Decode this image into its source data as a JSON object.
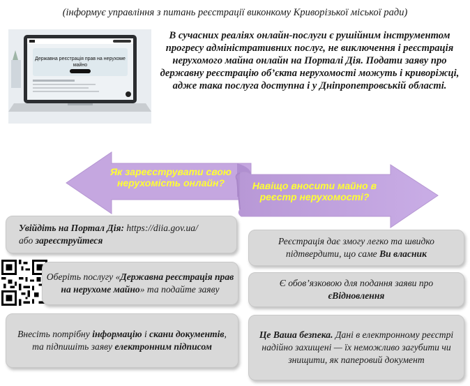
{
  "subtitle": "(інформує управління з питань реєстрації виконкому Криворізької міської ради)",
  "intro": "В сучасних реаліях онлайн-послуги є рушійним інструментом прогресу адміністративних послуг, не виключення і реєстрація нерухомого майна онлайн на Порталі Дія. Подати заяву про державну реєстрацію об’єкта нерухомості можуть і криворіжці, адже така послуга доступна і у Дніпропетровській області.",
  "laptop": {
    "screen_title": "Державна реєстрація прав на нерухоме майно"
  },
  "arrow_left": {
    "label": "Як зареєструвати свою нерухомість онлайн?"
  },
  "arrow_right": {
    "label": "Навіщо вносити майно в реєстр нерухомості?"
  },
  "steps": {
    "s1_bold": "Увійдіть на Портал Дія:",
    "s1_url": " https://diia.gov.ua/",
    "s1_or": "або ",
    "s1_register": "зареєструйтеся",
    "s2_pre": "Оберіть послугу «",
    "s2_bold": "Державна реєстрація прав на нерухоме майно",
    "s2_post": "» та подайте заяву",
    "s3_pre": "Внесіть потрібну ",
    "s3_info": "інформацію",
    "s3_mid": " і ",
    "s3_scans": "скани документів",
    "s3_mid2": ", та підпишіть заяву ",
    "s3_sign": "електронним підписом"
  },
  "reasons": {
    "r1_pre": "Реєстрація дає змогу легко та швидко підтвердити, що саме ",
    "r1_bold": "Ви власник",
    "r2_pre": "Є обов’язковою для подання заяви про ",
    "r2_bold": "єВідновлення",
    "r3_bold": "Це Ваша безпека.",
    "r3_rest": " Дані в електронному реєстрі надійно захищені — їх неможливо загубити чи знищити, як паперовий документ"
  },
  "colors": {
    "arrow_fill": "#c5a7e0",
    "arrow_text": "#ffff33",
    "card_bg": "#d9d9d9"
  }
}
